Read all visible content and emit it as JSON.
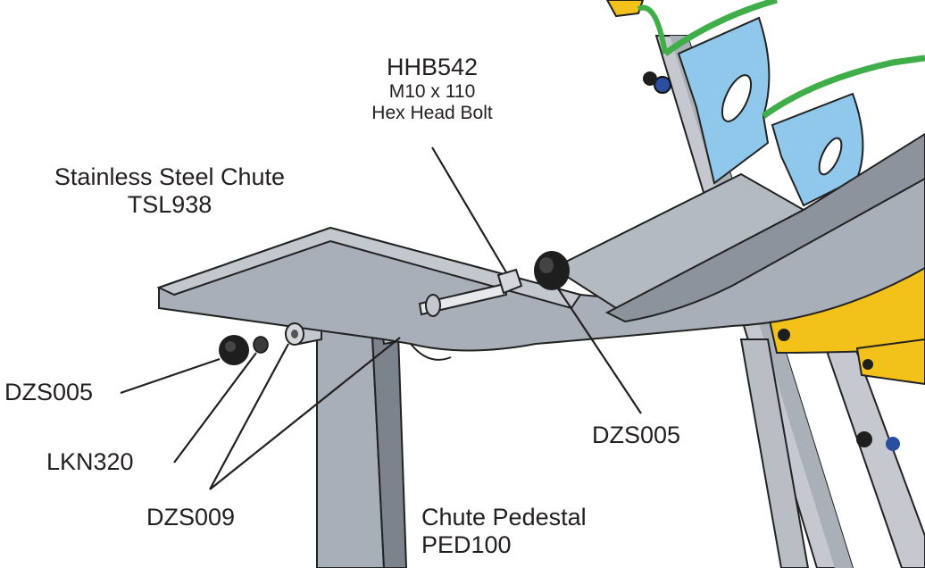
{
  "labels": {
    "hhb542": {
      "code": "HHB542",
      "size": "M10 x 110",
      "desc": "Hex Head Bolt"
    },
    "chute": {
      "name": "Stainless Steel Chute",
      "code": "TSL938"
    },
    "dzs005_left": "DZS005",
    "lkn320": "LKN320",
    "dzs009": "DZS009",
    "dzs005_right": "DZS005",
    "pedestal": {
      "name": "Chute Pedestal",
      "code": "PED100"
    }
  },
  "colors": {
    "steel": "#a9afb8",
    "steel_light": "#c3c8cf",
    "steel_dark": "#7d838c",
    "blue_panel": "#8fc8ea",
    "yellow": "#f2c21a",
    "green": "#3fae49",
    "fastener": "#1e1e1e",
    "leader": "#231f20"
  }
}
